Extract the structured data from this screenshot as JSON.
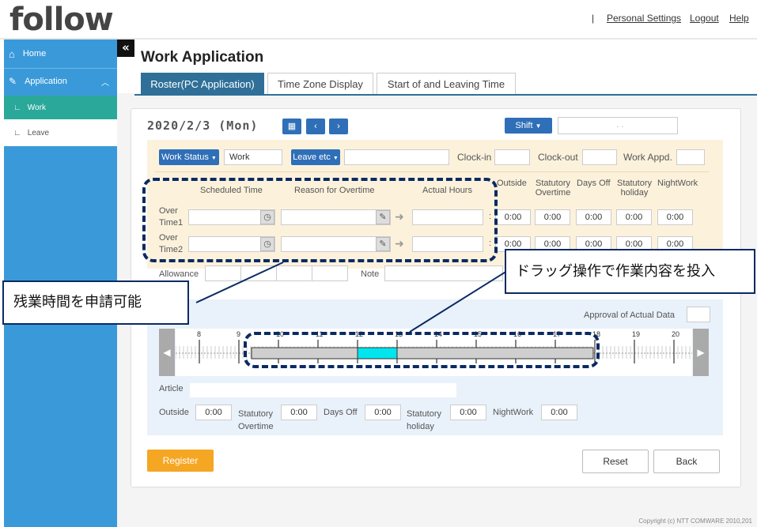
{
  "logo": "follow",
  "toplinks": {
    "sep": "|",
    "personal": "Personal Settings",
    "logout": "Logout",
    "help": "Help"
  },
  "sidebar": {
    "home": "Home",
    "application": "Application",
    "work": "Work",
    "leave": "Leave",
    "collapse": "«"
  },
  "page_title": "Work Application",
  "tabs": [
    "Roster(PC Application)",
    "Time Zone Display",
    "Start of and Leaving Time"
  ],
  "date": "2020/2/3 (Mon)",
  "shift_label": "Shift",
  "shift_value": ". .",
  "row1": {
    "work_status_label": "Work Status",
    "work_status_value": "Work",
    "leave_label": "Leave etc",
    "clockin_label": "Clock-in",
    "clockout_label": "Clock-out",
    "workappd_label": "Work Appd."
  },
  "ot_headers": {
    "scheduled": "Scheduled Time",
    "reason": "Reason for Overtime",
    "actual": "Actual Hours",
    "outside": "Outside",
    "statutory_ot1": "Statutory",
    "statutory_ot2": "Overtime",
    "days_off": "Days Off",
    "statutory_hol1": "Statutory",
    "statutory_hol2": "holiday",
    "nightwork": "NightWork"
  },
  "ot_rows": [
    {
      "label1": "Over",
      "label2": "Time1",
      "values": [
        "0:00",
        "0:00",
        "0:00",
        "0:00",
        "0:00"
      ]
    },
    {
      "label1": "Over",
      "label2": "Time2",
      "values": [
        "0:00",
        "0:00",
        "0:00",
        "0:00",
        "0:00"
      ]
    }
  ],
  "allowance_label": "Allowance",
  "note_label": "Note",
  "approval_label": "Approval of Actual Data",
  "hours": [
    "8",
    "9",
    "10",
    "11",
    "12",
    "13",
    "14",
    "15",
    "16",
    "17",
    "18",
    "19",
    "20"
  ],
  "article_label": "Article",
  "totals": {
    "outside_label": "Outside",
    "outside": "0:00",
    "stat_ot1": "Statutory",
    "stat_ot2": "Overtime",
    "stat_ot": "0:00",
    "daysoff_label": "Days Off",
    "daysoff": "0:00",
    "stat_hol1": "Statutory",
    "stat_hol2": "holiday",
    "stat_hol": "0:00",
    "night_label": "NightWork",
    "night": "0:00"
  },
  "callout_left": "残業時間を申請可能",
  "callout_right": "ドラッグ操作で作業内容を投入",
  "buttons": {
    "register": "Register",
    "reset": "Reset",
    "back": "Back"
  },
  "copyright": "Copyright (c) NTT COMWARE 2010,201",
  "colors": {
    "sidebar": "#3a9ad9",
    "active_nav": "#2aa89a",
    "tab_active": "#2f6f98",
    "accent_button": "#2f6fb8",
    "register": "#f5a623",
    "drag_segment": "#00e5ee",
    "callout_border": "#0b2a63"
  }
}
